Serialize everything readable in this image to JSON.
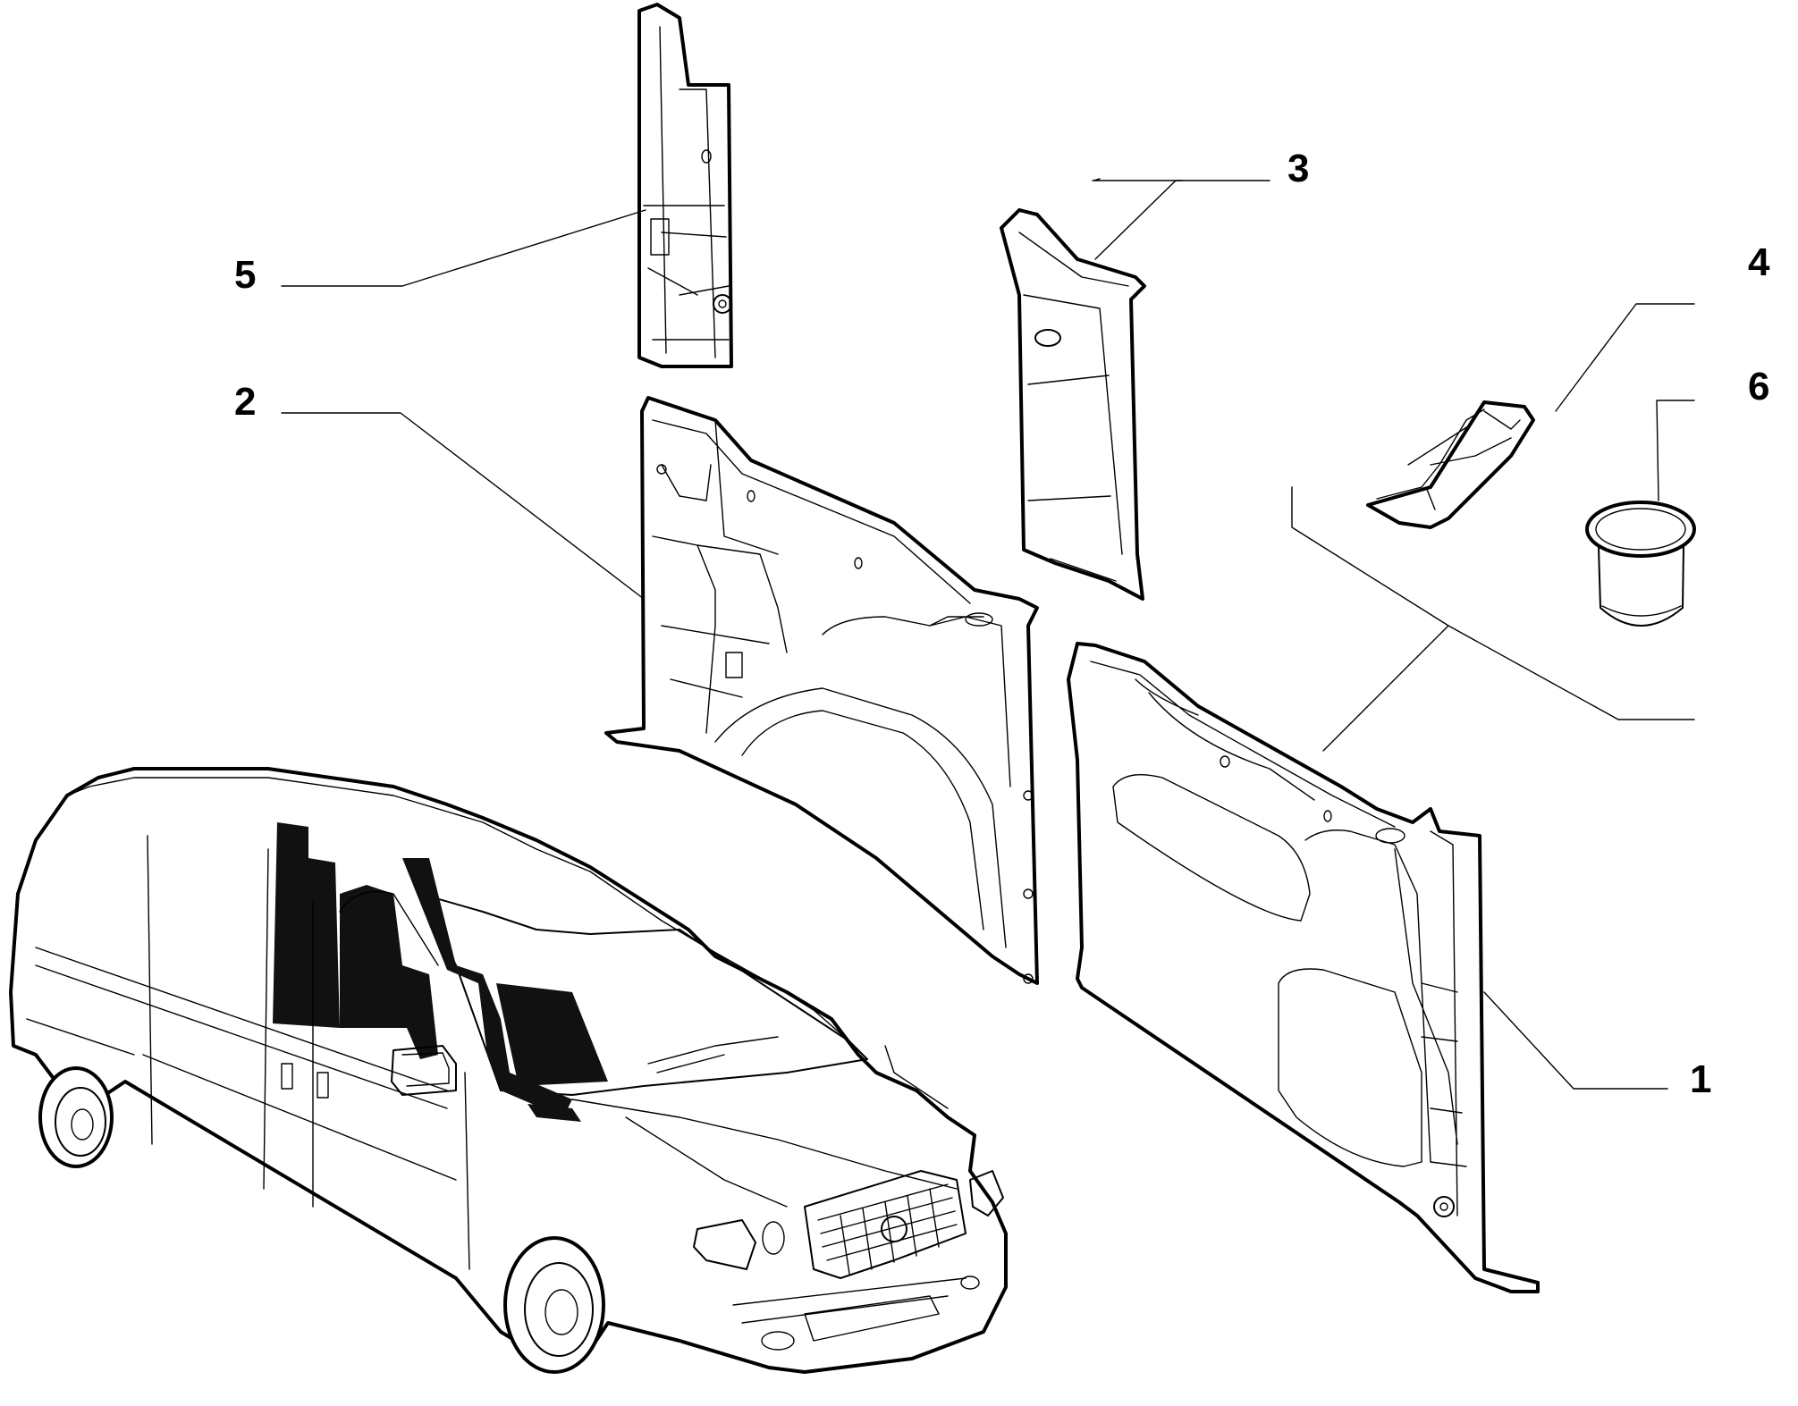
{
  "callouts": [
    {
      "id": "1",
      "label": "1"
    },
    {
      "id": "2",
      "label": "2"
    },
    {
      "id": "3",
      "label": "3"
    },
    {
      "id": "4",
      "label": "4"
    },
    {
      "id": "5",
      "label": "5"
    },
    {
      "id": "6",
      "label": "6"
    }
  ],
  "icons": {
    "van": "van-illustration",
    "panel": "trim-panel"
  },
  "colors": {
    "line": "#000000",
    "background": "#ffffff"
  }
}
